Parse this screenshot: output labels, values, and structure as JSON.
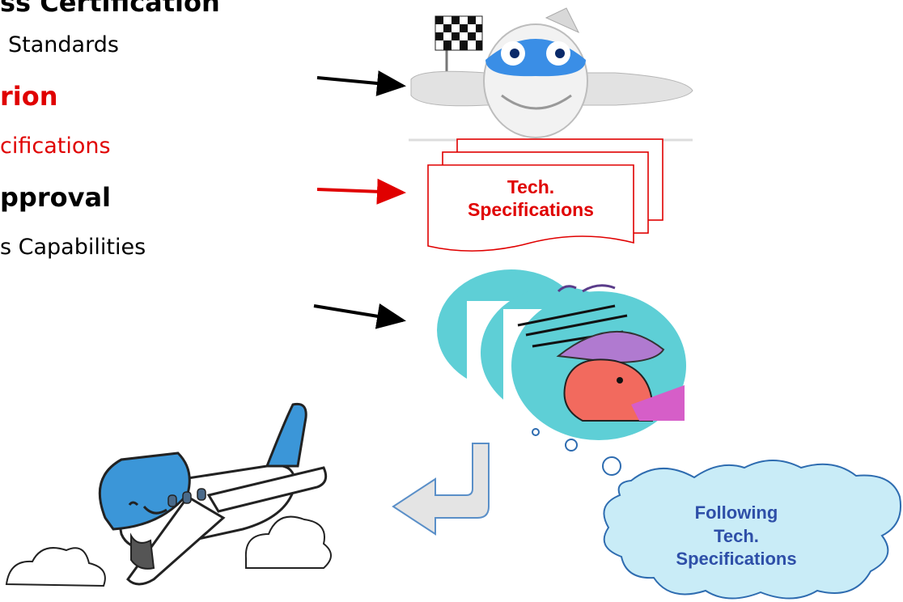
{
  "left_text": {
    "line1": "ss Certification",
    "line2": "Standards",
    "line3": "rion",
    "line4": "cifications",
    "line5": "pproval",
    "line6": "s Capabilities"
  },
  "spec_box": {
    "line1": "Tech.",
    "line2": "Specifications"
  },
  "cloud": {
    "line1": "Following",
    "line2": "Tech.",
    "line3": "Specifications"
  },
  "colors": {
    "red": "#e00000",
    "black": "#000000",
    "cloud_fill": "#c9ecf7",
    "cloud_text": "#2e4fa8"
  }
}
